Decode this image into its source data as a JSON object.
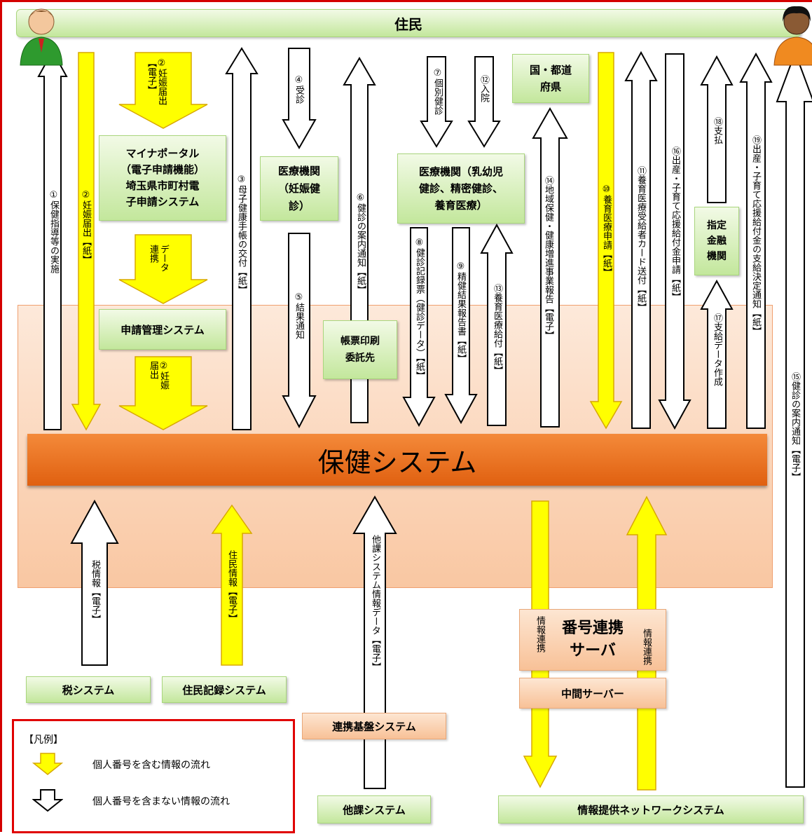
{
  "residents": "住民",
  "health_system": "保健システム",
  "boxes": {
    "mynaportal": "マイナポータル\n（電子申請機能）\n埼玉県市町村電\n子申請システム",
    "shinsei": "申請管理システム",
    "iryo_ninshin": "医療機関\n（妊娠健\n診）",
    "choshyo": "帳票印刷\n委託先",
    "iryo_nyuyoji": "医療機関（乳幼児\n健診、精密健診、\n養育医療）",
    "kuni": "国・都道\n府県",
    "shitei": "指定\n金融\n機関",
    "bango_server": "番号連携\nサーバ",
    "chukan": "中間サーバー",
    "zei": "税システム",
    "jumin_kiroku": "住民記録システム",
    "renkei_kiban": "連携基盤システム",
    "taka": "他課システム",
    "joho_net": "情報提供ネットワークシステム"
  },
  "arrow_labels": {
    "a1": "①保健指導等の実施",
    "a2_paper": "②妊娠届出【紙】",
    "a2_e": "②妊娠届出【電子】",
    "a_data": "データ連携",
    "a2_b": "②妊娠届出",
    "a3": "③母子健康手帳の交付【紙】",
    "a4": "④受診",
    "a5": "⑤結果通知",
    "a6": "⑥健診の案内通知【紙】",
    "a7": "⑦個別健診",
    "a12": "⑫入院",
    "a8": "⑧健診記録票（健診データ）【紙】",
    "a9": "⑨精健結果報告書【紙】",
    "a13": "⑬養育医療給付【紙】",
    "a14": "⑭地域保健・健康増進事業報告【電子】",
    "a10": "⑩養育医療申請【紙】",
    "a11": "⑪養育医療受給者カード送付【紙】",
    "a16": "⑯出産・子育て応援給付金申請【紙】",
    "a18": "⑱支払",
    "a17": "⑰支給データ作成",
    "a19": "⑲出産・子育て応援給付金の支給決定通知【紙】",
    "a15": "⑮健診の案内通知【電子】",
    "zei_info": "税情報【電子】",
    "jumin_info": "住民情報【電子】",
    "taka_info": "他課システム情報データ【電子】",
    "joho_renkei_1": "情報連携",
    "joho_renkei_2": "情報連携"
  },
  "legend": {
    "title": "【凡例】",
    "with_number": "個人番号を含む情報の流れ",
    "without_number": "個人番号を含まない情報の流れ"
  },
  "colors": {
    "yellow": "#ffff00",
    "orange_band": "#f07828",
    "green_box": "#c3e79c",
    "peach_box": "#f8c197"
  }
}
